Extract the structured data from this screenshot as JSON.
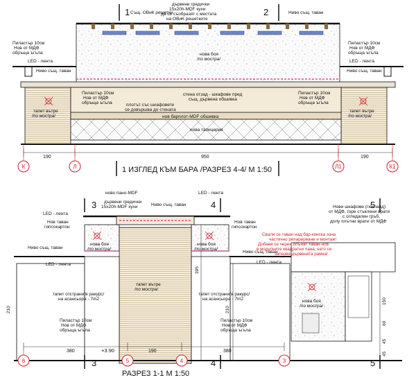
{
  "top_view": {
    "title": "1 ИЗГЛЕД КЪМ БАРА /РАЗРЕЗ 4-4/ М 1:50",
    "section_left": "1",
    "section_right": "2",
    "labels": {
      "hvac_grilles": "Същ. ОВиК решетки",
      "wood_beams_1": "дървени гредички",
      "wood_beams_2": "15x20h-MDF кухи",
      "wood_beams_3": "да се съобразят с местата",
      "wood_beams_4": "на ОВиК решетките",
      "existing_ceiling_level": "Ниво същ. таван",
      "pilaster_left_1": "Пиластър 10см",
      "pilaster_left_2": "Нов от МДФ",
      "pilaster_left_3": "обръща ъгъла",
      "pilaster_right_1": "Пиластър 10см",
      "pilaster_right_2": "Нов от МДФ",
      "pilaster_right_3": "обръща ъгъла",
      "led_left": "LED - лента",
      "led_right": "LED - лента",
      "ceiling_left": "Ниво същ. таван",
      "ceiling_right": "Ниво същ. таван",
      "new_paint_1": "нова боя",
      "new_paint_2": "/по мостра/",
      "pil_mid_left_1": "Пиластър 10см",
      "pil_mid_left_2": "Нов от МДФ",
      "pil_mid_left_3": "обръща ъгъла",
      "pil_mid_right_1": "Пиластър 10см",
      "pil_mid_right_2": "Нов от МДФ",
      "pil_mid_right_3": "обръща ъгъла",
      "wall_note_1": "стена отзад - шкафове пред",
      "wall_note_2": "същ. дървена обшивка",
      "cabinet_note_1": "плотът със шкафовете",
      "cabinet_note_2": "се довършва до стената",
      "wallpaper_left_1": "тапет вътре",
      "wallpaper_left_2": "/по мостра/",
      "wallpaper_right_1": "тапет вътре",
      "wallpaper_right_2": "/по мостра/",
      "counter_cladding": "нов барплот-MDF обшивка",
      "upholstery": "нова тапицерия"
    },
    "dims": [
      "190",
      "950",
      "190"
    ],
    "axes": [
      "К",
      "Л",
      "Л1",
      "К1"
    ]
  },
  "bottom_view": {
    "title": "РАЗРЕЗ 1-1 М 1:50",
    "marks_top": [
      "3",
      "4",
      "5"
    ],
    "marks_bottom": [
      "3",
      "4",
      "5"
    ],
    "labels": {
      "new_panel_mdf": "ново пано-MDF",
      "wood_beams_1": "дървени гредички",
      "wood_beams_2": "15x20h-MDF кухи",
      "existing_ceiling": "Ниво същ. таван",
      "led_top": "LED - лента",
      "led_left": "LED - лента",
      "new_ceiling_l1": "Нов таван",
      "new_ceiling_l2": "гипсокартон",
      "new_ceiling_r1": "Нов таван",
      "new_ceiling_r2": "гипсокартон",
      "paint_left_1": "нова боя",
      "paint_left_2": "/по мостра/",
      "paint_mid_1": "нова боя",
      "paint_mid_2": "/по мостра/",
      "paint_right_1": "нова боя",
      "paint_right_2": "/по мостра/",
      "ceiling_left": "Ниво същ. таван",
      "ceiling_right": "Ниво същ. таван",
      "led_mid_left": "LED - лента",
      "led_mid_right": "LED - лента",
      "wallpaper_1": "тапет вътре",
      "wallpaper_2": "/по мостра/",
      "tap_left_1": "тапет отстрани/в ракурс/",
      "tap_left_2": "на асансьора - 7m2",
      "tap_right_1": "тапет отстрани/в ракурс/",
      "tap_right_2": "на асансьора - 7m2",
      "pil_l_1": "Пиластър 10см",
      "pil_l_2": "Нов от МДФ",
      "pil_l_3": "обръща ъгъла",
      "pil_r_1": "Пиластър 10см",
      "pil_r_2": "Нов от МДФ",
      "pil_r_3": "обръща ъгъла",
      "elevation": "+3.90",
      "wardrobe_1": "Нови шкафове (гюкланд)",
      "wardrobe_2": "от МДФ, горе стъклени врати",
      "wardrobe_3": "с огледален гръб,",
      "wardrobe_4": "долу плътни врати от МДФ",
      "note_1": "Сваля се таван над бар-кинска зона",
      "note_2": "частично репарирване и монтаж!",
      "note_3": "Добавя се черен опънат таван-нов",
      "note_4": "в модулните квадратни пана, като се",
      "note_5": "запазва дървената рамка!"
    },
    "vdims": [
      "210",
      "395",
      "210"
    ],
    "rdims": [
      "150",
      "60",
      "45",
      "45"
    ],
    "dims": [
      "380",
      "190",
      "380"
    ],
    "axes": [
      "6",
      "5",
      "4",
      "3"
    ]
  }
}
